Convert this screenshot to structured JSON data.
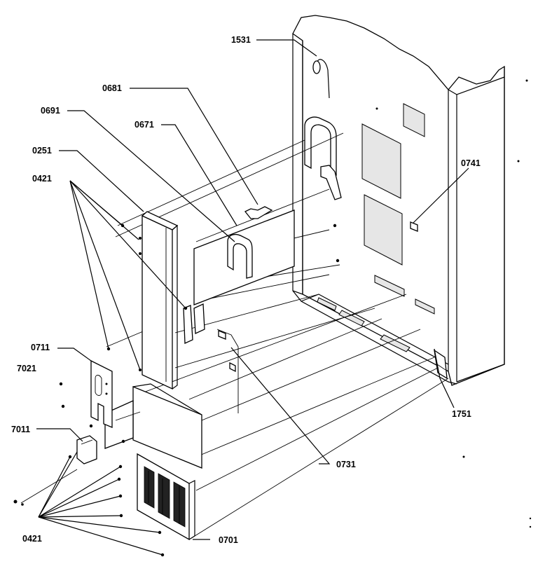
{
  "callouts": {
    "c1531": "1531",
    "c0681": "0681",
    "c0691": "0691",
    "c0671": "0671",
    "c0251": "0251",
    "c0421a": "0421",
    "c0741": "0741",
    "c0711": "0711",
    "c7021": "7021",
    "c7011": "7011",
    "c1751": "1751",
    "c0731": "0731",
    "c0421b": "0421",
    "c0701": "0701"
  }
}
